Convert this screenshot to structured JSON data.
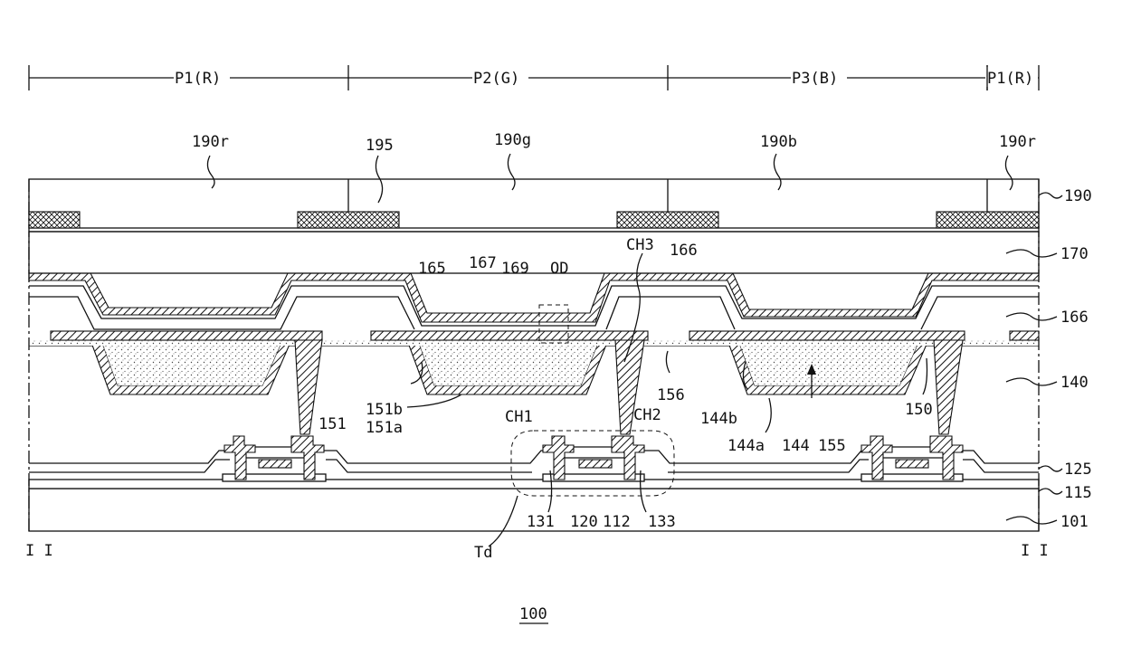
{
  "pixels": {
    "p1": "P1(R)",
    "p2": "P2(G)",
    "p3": "P3(B)",
    "p4": "P1(R)"
  },
  "top_labels": {
    "l190r_a": "190r",
    "l195": "195",
    "l190g": "190g",
    "l190b": "190b",
    "l190r_b": "190r"
  },
  "inner_labels": {
    "l165": "165",
    "l167": "167",
    "l169": "169",
    "lOD": "OD",
    "lCH3": "CH3",
    "l166_in": "166",
    "l151b": "151b",
    "l151": "151",
    "l151a": "151a",
    "l156": "156",
    "l144b": "144b",
    "l144a": "144a",
    "l144": "144",
    "l155": "155",
    "l150": "150",
    "lCH1": "CH1",
    "lCH2": "CH2",
    "l131": "131",
    "l120": "120",
    "l112": "112",
    "l133": "133",
    "lTd": "Td"
  },
  "right_labels": {
    "l190": "190",
    "l170": "170",
    "l166": "166",
    "l140": "140",
    "l125": "125",
    "l115": "115",
    "l101": "101"
  },
  "edge_marks": {
    "left": "I I",
    "right": "I I"
  },
  "figure_number": "100"
}
